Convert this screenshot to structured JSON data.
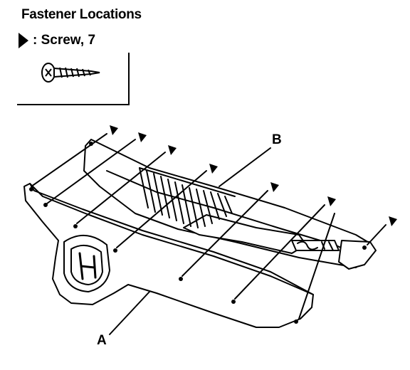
{
  "header": {
    "title": "Fastener Locations"
  },
  "legend": {
    "symbol_text": ": Screw, 7",
    "icon": "screw-icon"
  },
  "callouts": {
    "a": "A",
    "b": "B"
  },
  "fastener_icon": "triangle-pointer-icon"
}
